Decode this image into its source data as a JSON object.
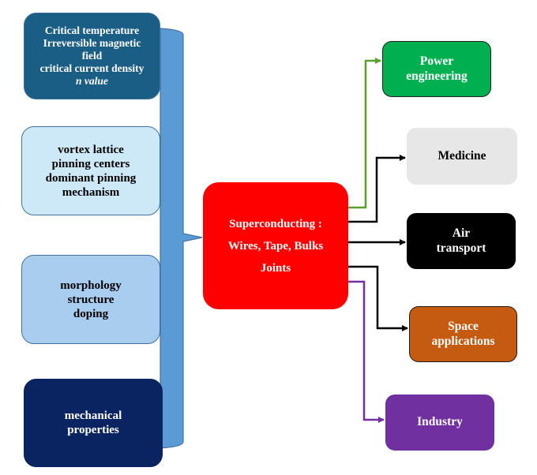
{
  "left_boxes": [
    {
      "lines": [
        "Critical temperature",
        "Irreversible magnetic",
        "field",
        "critical current density"
      ],
      "italic_line": "n value"
    },
    {
      "lines": [
        "vortex lattice",
        "pinning centers",
        "dominant pinning",
        "mechanism"
      ]
    },
    {
      "lines": [
        "morphology",
        "structure",
        "doping"
      ]
    },
    {
      "lines": [
        "mechanical",
        "properties"
      ]
    }
  ],
  "center": {
    "lines": [
      "Superconducting :",
      "Wires, Tape, Bulks",
      "Joints"
    ]
  },
  "outputs": [
    {
      "lines": [
        "Power",
        "engineering"
      ],
      "color": "#00b050",
      "arrow_color": "#5aa02c"
    },
    {
      "lines": [
        "Medicine"
      ],
      "color": "#e7e7e7",
      "arrow_color": "#000000"
    },
    {
      "lines": [
        "Air",
        "transport"
      ],
      "color": "#000000",
      "arrow_color": "#000000"
    },
    {
      "lines": [
        "Space",
        "applications"
      ],
      "color": "#c55a11",
      "arrow_color": "#000000"
    },
    {
      "lines": [
        "Industry"
      ],
      "color": "#7030a0",
      "arrow_color": "#7030a0"
    }
  ],
  "colors": {
    "brace": "#5b9bd5",
    "brace_border": "#41719c",
    "center_fill": "#ff0000"
  }
}
